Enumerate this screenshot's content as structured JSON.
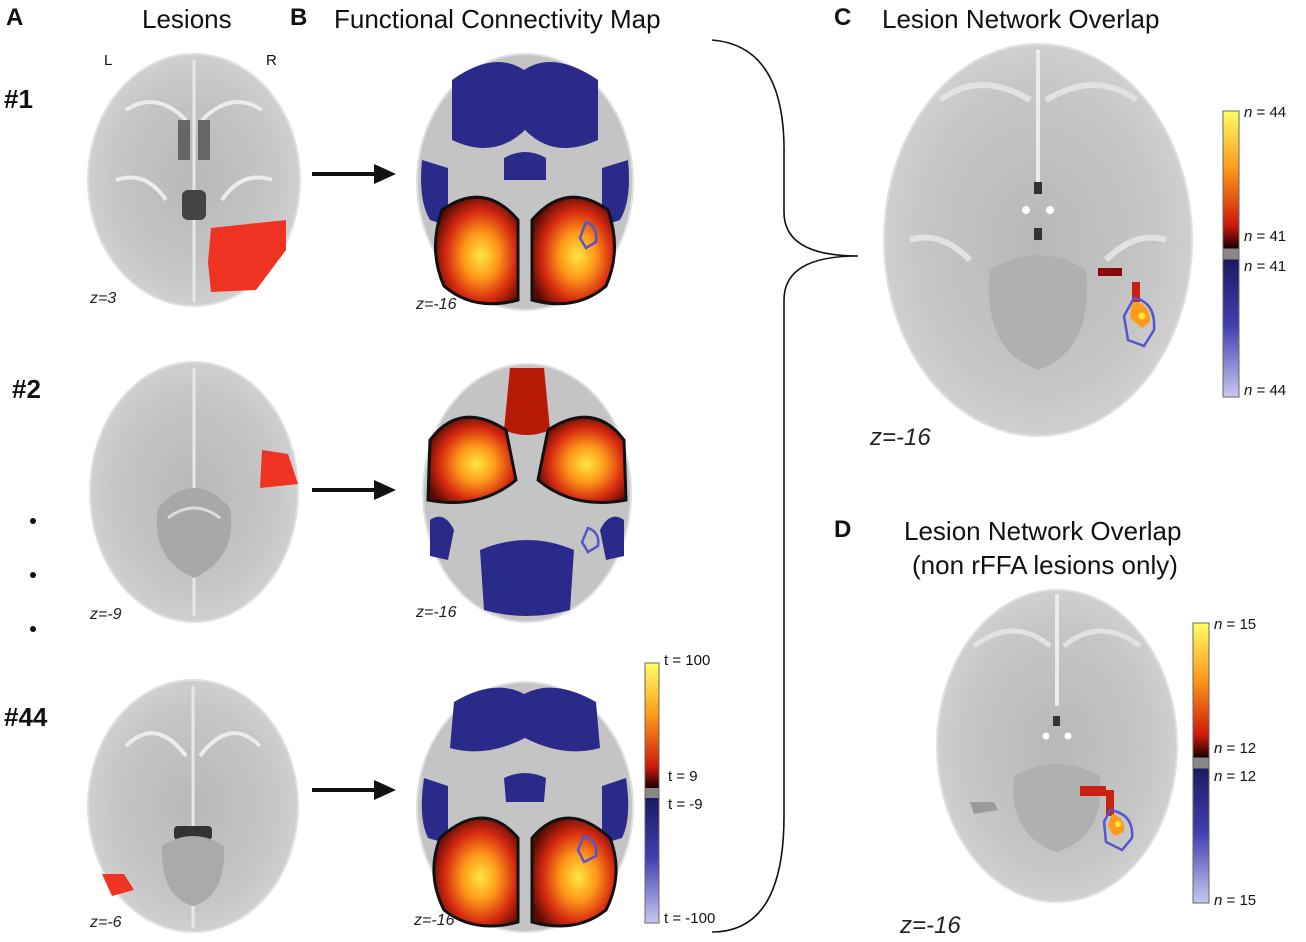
{
  "panels": {
    "A": {
      "letter": "A",
      "title": "Lesions"
    },
    "B": {
      "letter": "B",
      "title": "Functional Connectivity Map"
    },
    "C": {
      "letter": "C",
      "title": "Lesion Network Overlap"
    },
    "D": {
      "letter": "D",
      "title_line1": "Lesion Network Overlap",
      "title_line2": "(non rFFA lesions only)"
    }
  },
  "orientation": {
    "left": "L",
    "right": "R"
  },
  "cases": [
    {
      "id": "#1",
      "lesion_z": "z=3",
      "fc_z": "z=-16"
    },
    {
      "id": "#2",
      "lesion_z": "z=-9",
      "fc_z": "z=-16"
    },
    {
      "id": "#44",
      "lesion_z": "z=-6",
      "fc_z": "z=-16"
    }
  ],
  "colorbar_fc": {
    "max": "t = 100",
    "pos_thr": "t = 9",
    "neg_thr": "t = -9",
    "min": "t = -100"
  },
  "colorbar_c": {
    "max": "44",
    "pos_thr": "41",
    "neg_thr": "41",
    "min": "44"
  },
  "colorbar_d": {
    "max": "15",
    "pos_thr": "12",
    "neg_thr": "12",
    "min": "15"
  },
  "panel_c_z": "z=-16",
  "panel_d_z": "z=-16",
  "colors": {
    "lesion": "#ee3322",
    "positive_hot": "#ffcc00",
    "negative_blue": "#2a2a8a",
    "rffa_outline": "#5555cc"
  }
}
